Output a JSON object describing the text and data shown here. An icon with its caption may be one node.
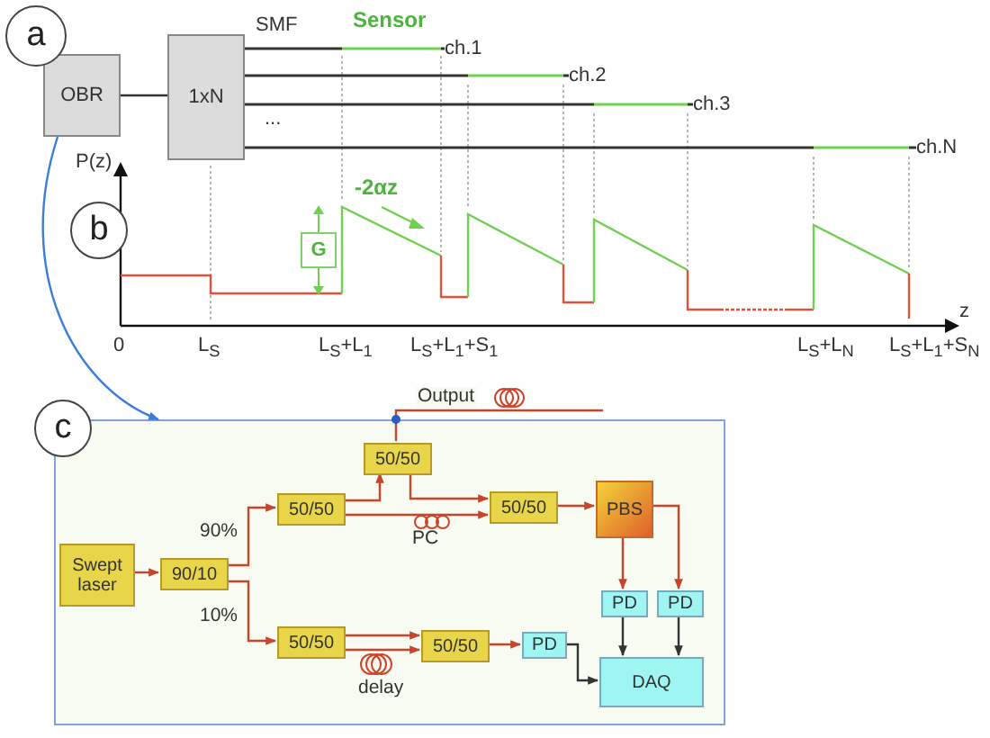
{
  "diagram": {
    "nodes": [
      {
        "text": [
          "a"
        ]
      },
      {
        "text": [
          "OBR"
        ]
      },
      {
        "text": [
          "1xN"
        ]
      },
      {
        "text": [
          "ch.1"
        ]
      },
      {
        "text": [
          "ch.2"
        ]
      },
      {
        "text": [
          "ch.3"
        ]
      },
      {
        "text": [
          "ch.N"
        ]
      },
      {
        "text": [
          "b"
        ]
      },
      {
        "text": [
          "G"
        ]
      },
      {
        "text": [
          "c"
        ]
      },
      {
        "text": [],
        "shape": "box"
      },
      {
        "text": [
          "Swept laser"
        ],
        "in": 10
      },
      {
        "text": [
          "90/10"
        ],
        "in": 10
      },
      {
        "text": [
          "50/50"
        ],
        "in": 10
      },
      {
        "text": [
          "50/50"
        ],
        "in": 10
      },
      {
        "text": [
          "50/50"
        ],
        "in": 10
      },
      {
        "text": [
          "PBS"
        ],
        "in": 10
      },
      {
        "text": [
          "PD"
        ],
        "in": 10
      },
      {
        "text": [
          "PD"
        ],
        "in": 10
      },
      {
        "text": [
          "50/50"
        ],
        "in": 10
      },
      {
        "text": [
          "50/50"
        ],
        "in": 10
      },
      {
        "text": [
          "PD"
        ],
        "in": 10
      },
      {
        "text": [
          "DAQ"
        ],
        "in": 10
      }
    ],
    "edges": [
      {
        "from": 1,
        "to": 2,
        "arrow": "none",
        "color": "#333333"
      },
      {
        "from": 2,
        "to": 3,
        "arrow": "none",
        "color": "#333333"
      },
      {
        "from": 2,
        "to": 4,
        "arrow": "none",
        "color": "#333333"
      },
      {
        "from": 2,
        "to": 5,
        "arrow": "none",
        "color": "#333333"
      },
      {
        "from": 2,
        "to": 6,
        "arrow": "none",
        "color": "#333333"
      },
      {
        "from": 1,
        "to": 10,
        "arrow": "to",
        "color": "#3b7dd8"
      },
      {
        "from": 11,
        "to": 12,
        "arrow": "to"
      },
      {
        "from": 12,
        "to": 13,
        "arrow": "to",
        "label": "90%"
      },
      {
        "from": 12,
        "to": 19,
        "arrow": "to",
        "label": "10%"
      },
      {
        "from": 13,
        "to": 14,
        "arrow": "to"
      },
      {
        "from": 13,
        "to": 15,
        "arrow": "to",
        "label": "PC"
      },
      {
        "from": 14,
        "to": 15,
        "arrow": "to"
      },
      {
        "from": 14,
        "to": null,
        "arrow": "none",
        "label": "Output"
      },
      {
        "from": 15,
        "to": 16,
        "arrow": "to"
      },
      {
        "from": 16,
        "to": 17,
        "arrow": "to"
      },
      {
        "from": 16,
        "to": 18,
        "arrow": "to"
      },
      {
        "from": 17,
        "to": 22,
        "arrow": "to",
        "color": "#333333"
      },
      {
        "from": 18,
        "to": 22,
        "arrow": "to",
        "color": "#333333"
      },
      {
        "from": 19,
        "to": 20,
        "arrow": "to"
      },
      {
        "from": 19,
        "to": 20,
        "arrow": "to",
        "label": "delay"
      },
      {
        "from": 20,
        "to": 21,
        "arrow": "to"
      },
      {
        "from": 21,
        "to": 22,
        "arrow": "to",
        "color": "#333333"
      }
    ],
    "labels": [
      "SMF",
      "Sensor",
      "...",
      "P(z)",
      "-2αz",
      "z",
      "0",
      "L$_{S}$",
      "L$_{S}$+L$_{1}$",
      "L$_{S}$+L$_{1}$+S$_{1}$",
      "L$_{S}$+L$_{N}$",
      "L$_{S}$+L$_{1}$+S$_{N}$"
    ]
  }
}
